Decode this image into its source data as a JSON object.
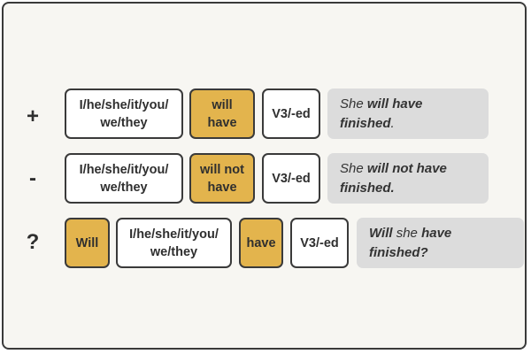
{
  "rows": [
    {
      "sign": "+",
      "subject": [
        "I/he/she/it/you/",
        "we/they"
      ],
      "auxiliary": [
        "will",
        "have"
      ],
      "verb": "V3/-ed",
      "example": [
        {
          "text": "She ",
          "bold": false
        },
        {
          "text": "will have finished",
          "bold": true
        },
        {
          "text": ".",
          "bold": false
        }
      ]
    },
    {
      "sign": "-",
      "subject": [
        "I/he/she/it/you/",
        "we/they"
      ],
      "auxiliary": [
        "will not",
        "have"
      ],
      "verb": "V3/-ed",
      "example": [
        {
          "text": "She ",
          "bold": false
        },
        {
          "text": "will not have",
          "bold": true
        },
        {
          "text": "finished.",
          "bold": true
        }
      ]
    },
    {
      "sign": "?",
      "question_word": "Will",
      "subject": [
        "I/he/she/it/you/",
        "we/they"
      ],
      "auxiliary": [
        "have"
      ],
      "verb": "V3/-ed",
      "example": [
        {
          "text": "Will",
          "bold": true
        },
        {
          "text": " she ",
          "bold": false
        },
        {
          "text": "have finished?",
          "bold": true
        }
      ]
    }
  ],
  "colors": {
    "accent": "#e3b44d",
    "example_bg": "#dcdcdc",
    "border": "#3a3a3a",
    "background": "#f7f6f2"
  }
}
